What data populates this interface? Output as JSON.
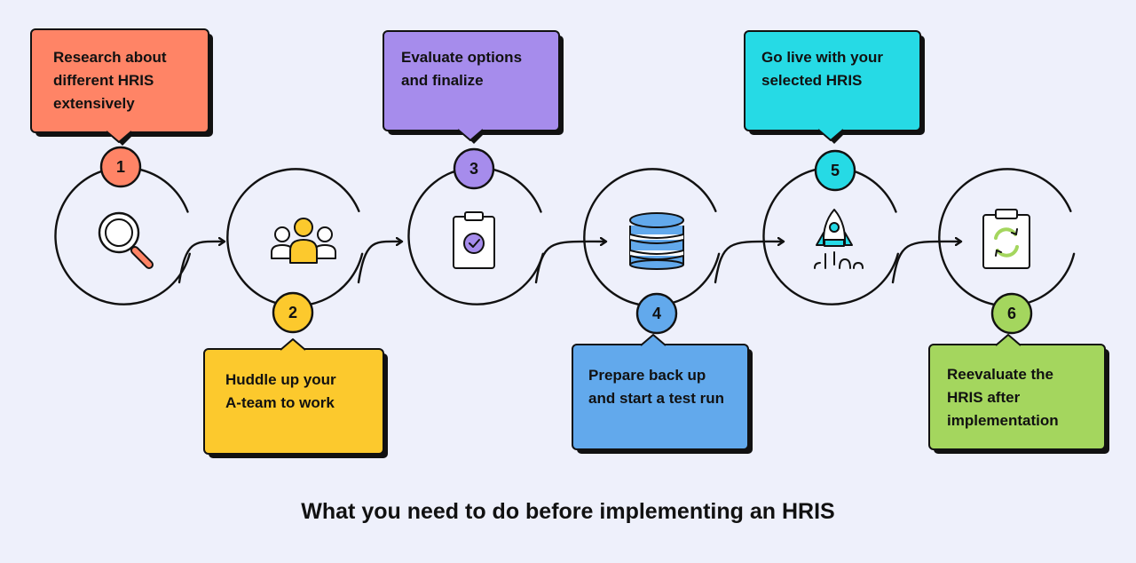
{
  "title": "What you need to do before implementing an HRIS",
  "steps": [
    {
      "number": "1",
      "text": "Research about\ndifferent HRIS\nextensively",
      "color": "#ff8466",
      "icon": "magnifier-icon"
    },
    {
      "number": "2",
      "text": "Huddle up your\nA-team to work",
      "color": "#fcc92d",
      "icon": "team-icon"
    },
    {
      "number": "3",
      "text": "Evaluate options\nand finalize",
      "color": "#a68cec",
      "icon": "clipboard-check-icon"
    },
    {
      "number": "4",
      "text": "Prepare back up\nand start a test run",
      "color": "#62a9ec",
      "icon": "database-icon"
    },
    {
      "number": "5",
      "text": "Go live with your\nselected HRIS",
      "color": "#26dae5",
      "icon": "rocket-icon"
    },
    {
      "number": "6",
      "text": "Reevaluate the\nHRIS after\nimplementation",
      "color": "#a4d65e",
      "icon": "clipboard-refresh-icon"
    }
  ]
}
